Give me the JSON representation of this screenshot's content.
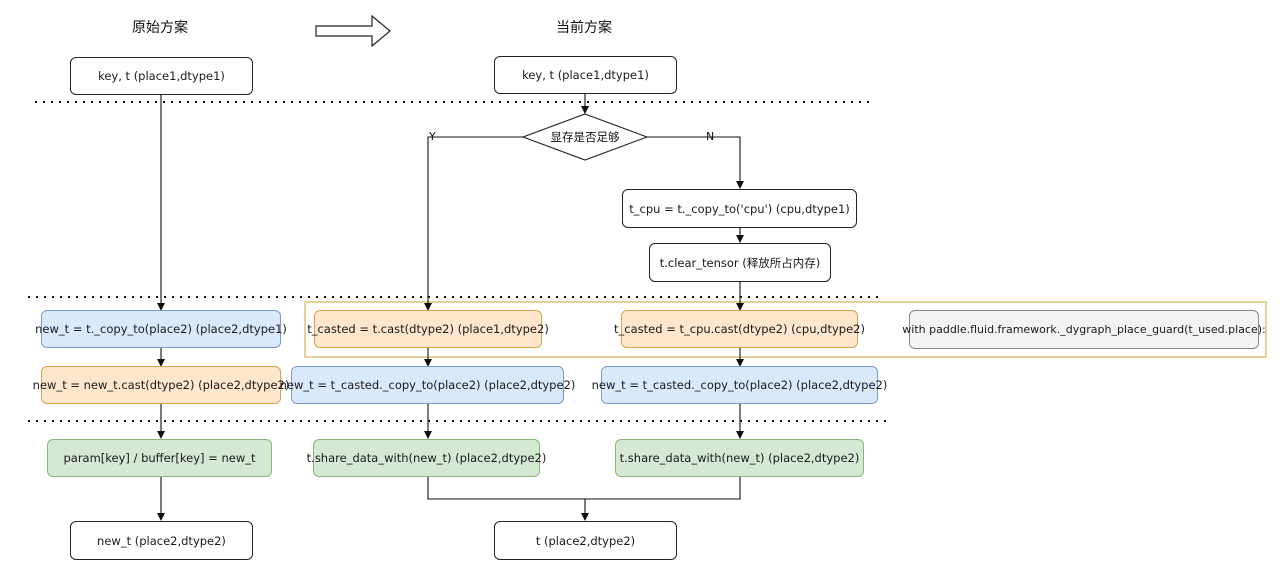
{
  "titles": {
    "left": "原始方案",
    "right": "当前方案"
  },
  "left_flow": {
    "start": "key, t (place1,dtype1)",
    "copy": "new_t = t._copy_to(place2) (place2,dtype1)",
    "cast": "new_t = new_t.cast(dtype2) (place2,dtype2)",
    "assign": "param[key] / buffer[key] = new_t",
    "end": "new_t (place2,dtype2)"
  },
  "right_flow": {
    "start": "key, t (place1,dtype1)",
    "decision": "显存是否足够",
    "yes_label": "Y",
    "no_label": "N",
    "cpu_copy": "t_cpu = t._copy_to('cpu') (cpu,dtype1)",
    "clear": "t.clear_tensor (释放所占内存)",
    "cast_yes": "t_casted = t.cast(dtype2) (place1,dtype2)",
    "cast_no": "t_casted = t_cpu.cast(dtype2) (cpu,dtype2)",
    "guard": "with paddle.fluid.framework._dygraph_place_guard(t_used.place):",
    "copy_yes": "new_t = t_casted._copy_to(place2) (place2,dtype2)",
    "copy_no": "new_t = t_casted._copy_to(place2) (place2,dtype2)",
    "share_yes": "t.share_data_with(new_t) (place2,dtype2)",
    "share_no": "t.share_data_with(new_t) (place2,dtype2)",
    "end": "t (place2,dtype2)"
  },
  "colors": {
    "blue_fill": "#dae8fc",
    "orange_fill": "#ffe6cc",
    "green_fill": "#d5e8d4",
    "guard_frame": "#d6b656"
  }
}
